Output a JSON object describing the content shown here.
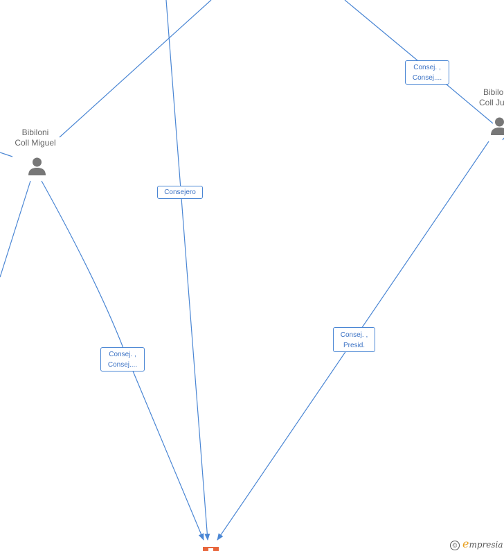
{
  "colors": {
    "edge": "#4a86d4",
    "label_text": "#3b72c4",
    "person_icon": "#777777",
    "company_icon": "#e8663c"
  },
  "persons": [
    {
      "id": "bibiloni-coll-miguel",
      "lines": [
        "Bibiloni",
        "Coll Miguel"
      ],
      "icon": "person-icon"
    },
    {
      "id": "bibiloni-coll-ju",
      "lines": [
        "Bibilo",
        "Coll Ju"
      ],
      "icon": "person-icon"
    }
  ],
  "edge_labels": [
    {
      "id": "consejero",
      "lines": [
        "Consejero"
      ]
    },
    {
      "id": "consej-consej-top",
      "lines": [
        "Consej. ,",
        "Consej...."
      ]
    },
    {
      "id": "consej-consej-left",
      "lines": [
        "Consej. ,",
        "Consej...."
      ]
    },
    {
      "id": "consej-presid",
      "lines": [
        "Consej. ,",
        "Presid."
      ]
    }
  ],
  "company": {
    "icon": "building-icon"
  },
  "footer": {
    "copyright_symbol": "©",
    "brand_initial": "e",
    "brand_rest": "mpresia"
  }
}
